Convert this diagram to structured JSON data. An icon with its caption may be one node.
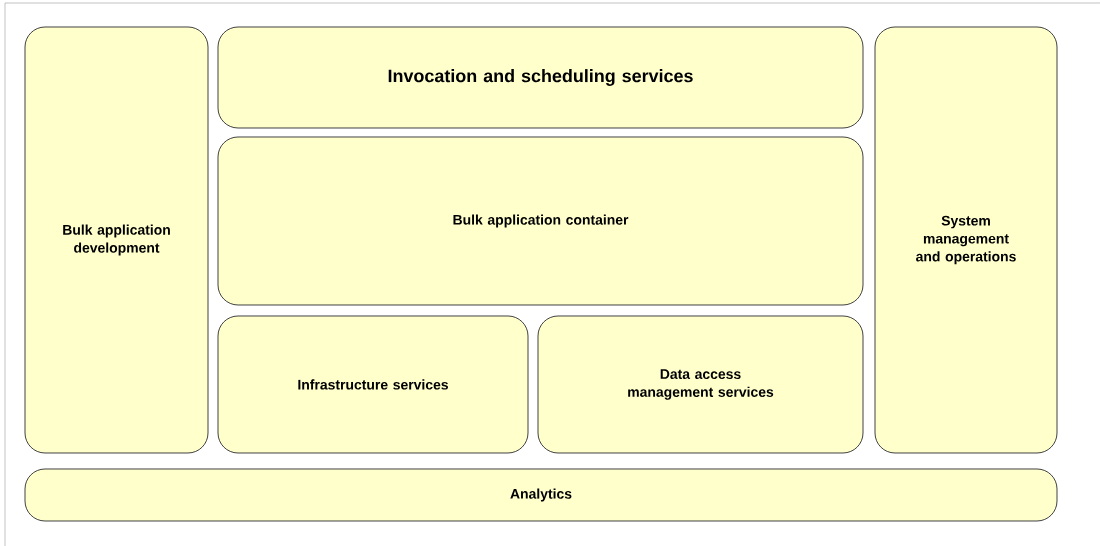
{
  "diagram": {
    "nodes": [
      {
        "text": [
          "Invocation and scheduling services"
        ]
      },
      {
        "text": [
          "Bulk application development"
        ]
      },
      {
        "text": [
          "Bulk application container"
        ]
      },
      {
        "text": [
          "System management and operations"
        ]
      },
      {
        "text": [
          "Infrastructure services"
        ]
      },
      {
        "text": [
          "Data access management services"
        ]
      },
      {
        "text": [
          "Analytics"
        ]
      }
    ]
  }
}
